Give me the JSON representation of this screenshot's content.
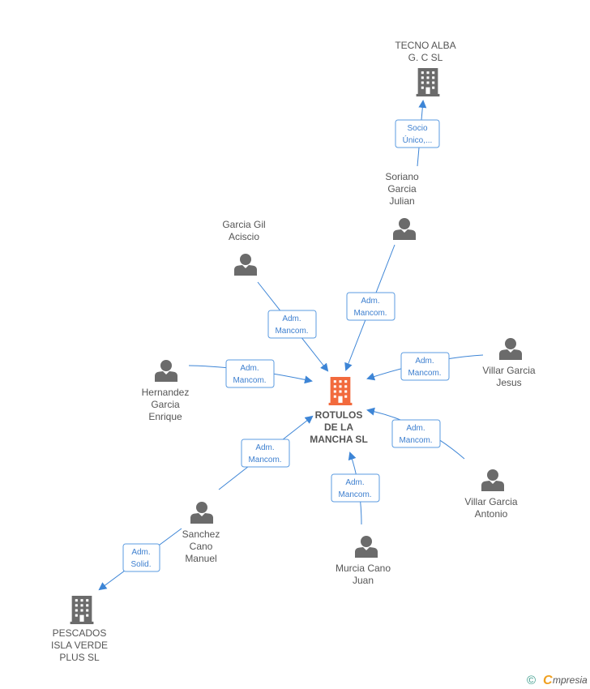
{
  "colors": {
    "main_node": "#f26a3d",
    "node": "#6b6b6b",
    "edge": "#3d85d6",
    "edge_label": "#3d7fcf",
    "label": "#555555",
    "brand_accent": "#f0a020"
  },
  "nodes": {
    "main": {
      "lines": [
        "ROTULOS",
        "DE LA",
        "MANCHA  SL"
      ],
      "icon": "building-icon"
    },
    "tecno": {
      "lines": [
        "TECNO ALBA",
        "G.  C SL"
      ],
      "icon": "building-icon"
    },
    "soriano": {
      "lines": [
        "Soriano",
        "Garcia",
        "Julian"
      ],
      "icon": "person-icon"
    },
    "garcia_gil": {
      "lines": [
        "Garcia Gil",
        "Aciscio"
      ],
      "icon": "person-icon"
    },
    "hernandez": {
      "lines": [
        "Hernandez",
        "Garcia",
        "Enrique"
      ],
      "icon": "person-icon"
    },
    "villar_jesus": {
      "lines": [
        "Villar Garcia",
        "Jesus"
      ],
      "icon": "person-icon"
    },
    "villar_antonio": {
      "lines": [
        "Villar Garcia",
        "Antonio"
      ],
      "icon": "person-icon"
    },
    "murcia": {
      "lines": [
        "Murcia Cano",
        "Juan"
      ],
      "icon": "person-icon"
    },
    "sanchez": {
      "lines": [
        "Sanchez",
        "Cano",
        "Manuel"
      ],
      "icon": "person-icon"
    },
    "pescados": {
      "lines": [
        "PESCADOS",
        "ISLA VERDE",
        "PLUS SL"
      ],
      "icon": "building-icon"
    }
  },
  "edges": {
    "soriano_tecno": [
      "Socio",
      "Único,..."
    ],
    "soriano_main": [
      "Adm.",
      "Mancom."
    ],
    "garcia_gil_main": [
      "Adm.",
      "Mancom."
    ],
    "hernandez_main": [
      "Adm.",
      "Mancom."
    ],
    "villar_jesus_main": [
      "Adm.",
      "Mancom."
    ],
    "villar_antonio_main": [
      "Adm.",
      "Mancom."
    ],
    "murcia_main": [
      "Adm.",
      "Mancom."
    ],
    "sanchez_main": [
      "Adm.",
      "Mancom."
    ],
    "sanchez_pescados": [
      "Adm.",
      "Solid."
    ]
  },
  "footer": {
    "copyright_symbol": "©",
    "brand_initial": "C",
    "brand_rest": "mpresia"
  }
}
